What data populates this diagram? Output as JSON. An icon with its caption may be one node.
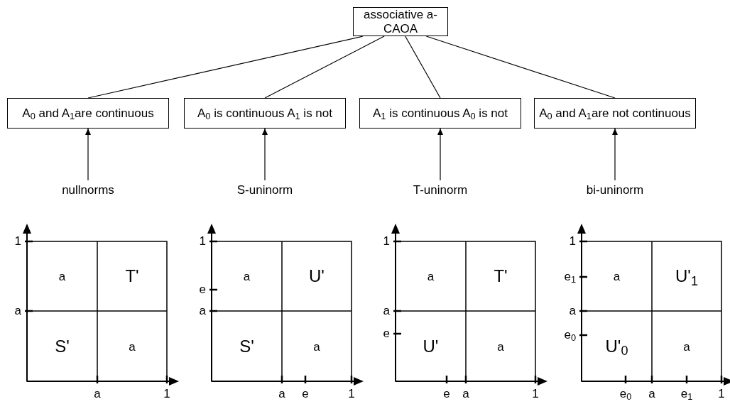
{
  "diagram": {
    "nodes": [
      {
        "text": [
          "associative a-CAOA"
        ]
      },
      {
        "text": [
          "A$_{0}$ and A$_{1}$are continuous"
        ]
      },
      {
        "text": [
          "A$_{0}$ is continuous A$_{1}$ is not"
        ]
      },
      {
        "text": [
          "A$_{1}$ is continuous A$_{0}$ is not"
        ]
      },
      {
        "text": [
          "A$_{0}$ and A$_{1}$are not continuous"
        ]
      },
      {
        "text": [
          "nullnorms"
        ]
      },
      {
        "text": [
          "S-uninorm"
        ]
      },
      {
        "text": [
          "T-uninorm"
        ]
      },
      {
        "text": [
          "bi-uninorm"
        ]
      }
    ],
    "edges": [
      {
        "from": 0,
        "to": 1,
        "arrow": "none"
      },
      {
        "from": 0,
        "to": 2,
        "arrow": "none"
      },
      {
        "from": 0,
        "to": 3,
        "arrow": "none"
      },
      {
        "from": 0,
        "to": 4,
        "arrow": "none"
      },
      {
        "from": 5,
        "to": 1,
        "arrow": "to"
      },
      {
        "from": 6,
        "to": 2,
        "arrow": "to"
      },
      {
        "from": 7,
        "to": 3,
        "arrow": "to"
      },
      {
        "from": 8,
        "to": 4,
        "arrow": "to"
      }
    ],
    "labels": [
      "1",
      "a",
      "a",
      "T'",
      "S'",
      "a",
      "a",
      "1",
      "1",
      "e",
      "a",
      "a",
      "U'",
      "S'",
      "a",
      "a",
      "e",
      "1",
      "1",
      "a",
      "e",
      "a",
      "T'",
      "U'",
      "a",
      "e",
      "a",
      "1",
      "1",
      "e$_{1}$",
      "a",
      "e$_{0}$",
      "a",
      "U'$_{1}$",
      "U'$_{0}$",
      "a",
      "e$_{0}$",
      "a",
      "e$_{1}$",
      "1"
    ]
  }
}
